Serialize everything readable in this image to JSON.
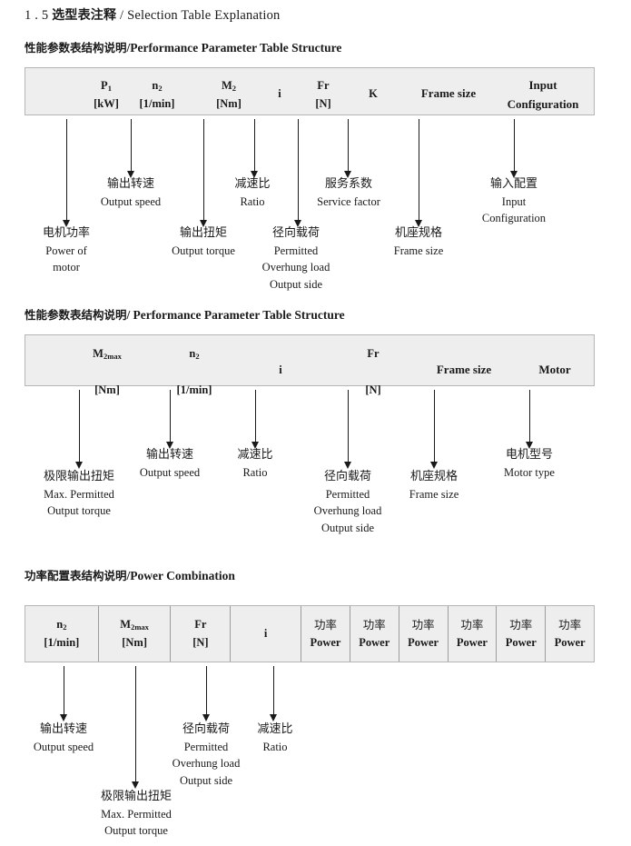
{
  "document": {
    "title_number": "1 . 5",
    "title_cn": "选型表注释",
    "title_sep": "/",
    "title_en": "Selection Table Explanation"
  },
  "sections": [
    {
      "heading_cn": "性能参数表结构说明",
      "heading_sep": "/",
      "heading_en": "Performance Parameter Table Structure",
      "columns": [
        {
          "sym": "P",
          "sub": "1",
          "unit": "[kW]"
        },
        {
          "sym": "n",
          "sub": "2",
          "unit": "[1/min]"
        },
        {
          "sym": "M",
          "sub": "2",
          "unit": "[Nm]"
        },
        {
          "sym": "i",
          "sub": "",
          "unit": ""
        },
        {
          "sym": "Fr",
          "sub": "",
          "unit": "[N]"
        },
        {
          "sym": "K",
          "sub": "",
          "unit": ""
        },
        {
          "sym": "Frame size",
          "sub": "",
          "unit": ""
        },
        {
          "sym": "Input",
          "sub": "",
          "unit": "Configuration"
        }
      ],
      "annotations": [
        {
          "cn": "电机功率",
          "en": [
            "Power of",
            "motor"
          ]
        },
        {
          "cn": "输出转速",
          "en": [
            "Output speed"
          ]
        },
        {
          "cn": "输出扭矩",
          "en": [
            "Output torque"
          ]
        },
        {
          "cn": "减速比",
          "en": [
            "Ratio"
          ]
        },
        {
          "cn": "径向载荷",
          "en": [
            "Permitted",
            "Overhung load",
            "Output side"
          ]
        },
        {
          "cn": "服务系数",
          "en": [
            "Service factor"
          ]
        },
        {
          "cn": "机座规格",
          "en": [
            "Frame size"
          ]
        },
        {
          "cn": "输入配置",
          "en": [
            "Input",
            "Configuration"
          ]
        }
      ]
    },
    {
      "heading_cn": "性能参数表结构说明",
      "heading_sep": "/",
      "heading_en": "Performance Parameter Table Structure",
      "columns": [
        {
          "sym": "M",
          "sub": "2max",
          "unit": "[Nm]"
        },
        {
          "sym": "n",
          "sub": "2",
          "unit": "[1/min]"
        },
        {
          "sym": "i",
          "sub": "",
          "unit": ""
        },
        {
          "sym": "Fr",
          "sub": "",
          "unit": "[N]"
        },
        {
          "sym": "Frame size",
          "sub": "",
          "unit": ""
        },
        {
          "sym": "Motor",
          "sub": "",
          "unit": ""
        }
      ],
      "annotations": [
        {
          "cn": "极限输出扭矩",
          "en": [
            "Max. Permitted",
            "Output  torque"
          ]
        },
        {
          "cn": "输出转速",
          "en": [
            "Output speed"
          ]
        },
        {
          "cn": "减速比",
          "en": [
            "Ratio"
          ]
        },
        {
          "cn": "径向载荷",
          "en": [
            "Permitted",
            "Overhung load",
            "Output side"
          ]
        },
        {
          "cn": "机座规格",
          "en": [
            "Frame size"
          ]
        },
        {
          "cn": "电机型号",
          "en": [
            "Motor type"
          ]
        }
      ]
    },
    {
      "heading_cn": "功率配置表结构说明",
      "heading_sep": "/",
      "heading_en": "Power Combination",
      "columns": [
        {
          "sym": "n",
          "sub": "2",
          "unit": "[1/min]"
        },
        {
          "sym": "M",
          "sub": "2max",
          "unit": "[Nm]"
        },
        {
          "sym": "Fr",
          "sub": "",
          "unit": "[N]"
        },
        {
          "sym": "i",
          "sub": "",
          "unit": ""
        },
        {
          "sym": "功率",
          "sub": "",
          "unit": "Power"
        },
        {
          "sym": "功率",
          "sub": "",
          "unit": "Power"
        },
        {
          "sym": "功率",
          "sub": "",
          "unit": "Power"
        },
        {
          "sym": "功率",
          "sub": "",
          "unit": "Power"
        },
        {
          "sym": "功率",
          "sub": "",
          "unit": "Power"
        },
        {
          "sym": "功率",
          "sub": "",
          "unit": "Power"
        }
      ],
      "annotations": [
        {
          "cn": "输出转速",
          "en": [
            "Output speed"
          ]
        },
        {
          "cn": "极限输出扭矩",
          "en": [
            "Max. Permitted",
            "Output  torque"
          ]
        },
        {
          "cn": "径向载荷",
          "en": [
            "Permitted",
            "Overhung load",
            "Output side"
          ]
        },
        {
          "cn": "减速比",
          "en": [
            "Ratio"
          ]
        }
      ]
    }
  ],
  "colors": {
    "table_fill": "#eeeeee",
    "table_border": "#b5b5b5",
    "divider": "#9c9c9c",
    "text": "#1a1a1a"
  }
}
